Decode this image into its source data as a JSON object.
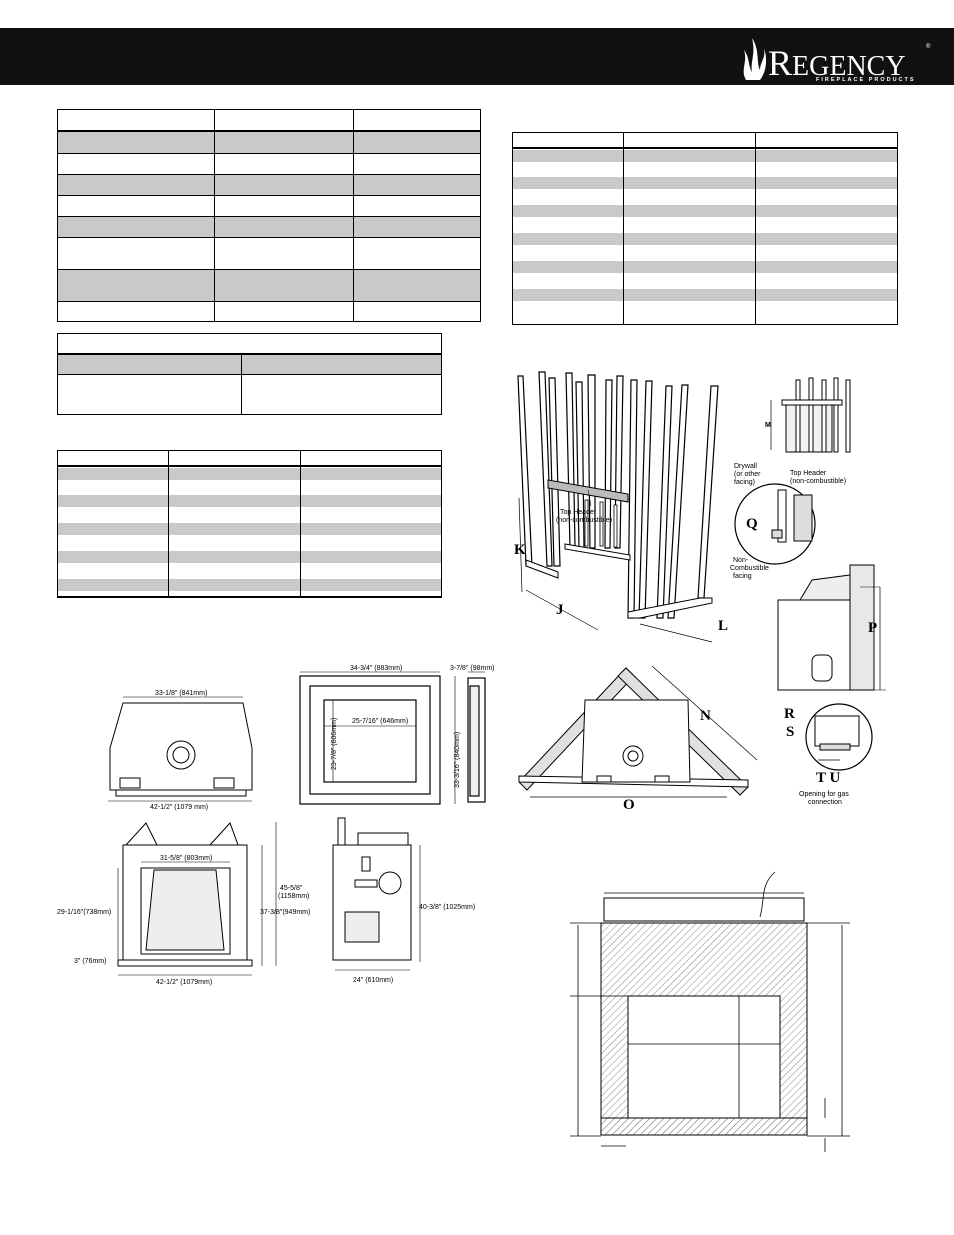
{
  "brand": {
    "name_initial": "R",
    "name_rest": "EGENCY",
    "tagline": "FIREPLACE PRODUCTS",
    "trademark": "®"
  },
  "framing": {
    "top_header": "Top Header\n(non-combustible)",
    "top_header_detail": "Top Header\n(non-combustible)",
    "drywall": "Drywall\n(or other\nfacing)",
    "non_combustible_facing": "Non-\nCombustible\nfacing",
    "gas_opening": "Opening for gas\nconnection",
    "letters": [
      "K",
      "J",
      "L",
      "M",
      "Q",
      "P",
      "N",
      "R",
      "S",
      "T",
      "U",
      "O"
    ]
  },
  "dimensions": {
    "front_top_width": "33-1/8\" (841mm)",
    "front_bottom_width": "42-1/2\" (1079 mm)",
    "faceplate_outer_width": "34-3/4\" (883mm)",
    "faceplate_depth": "3-7/8\" (98mm)",
    "faceplate_inner_width": "25-7/16\" (646mm)",
    "faceplate_inner_height": "23-7/8\" (606mm)",
    "faceplate_outer_height": "33-3/16\" (840mm)",
    "firebox_inner_width": "31-5/8\" (803mm)",
    "firebox_left_height": "29-1/16\"(738mm)",
    "firebox_base": "3\" (76mm)",
    "firebox_overall_height": "45-5/8\"\n(1158mm)",
    "firebox_height": "37-3/8\"(949mm)",
    "firebox_bottom_width": "42-1/2\" (1079mm)",
    "side_height": "40-3/8\" (1025mm)",
    "side_depth": "24\" (610mm)"
  }
}
